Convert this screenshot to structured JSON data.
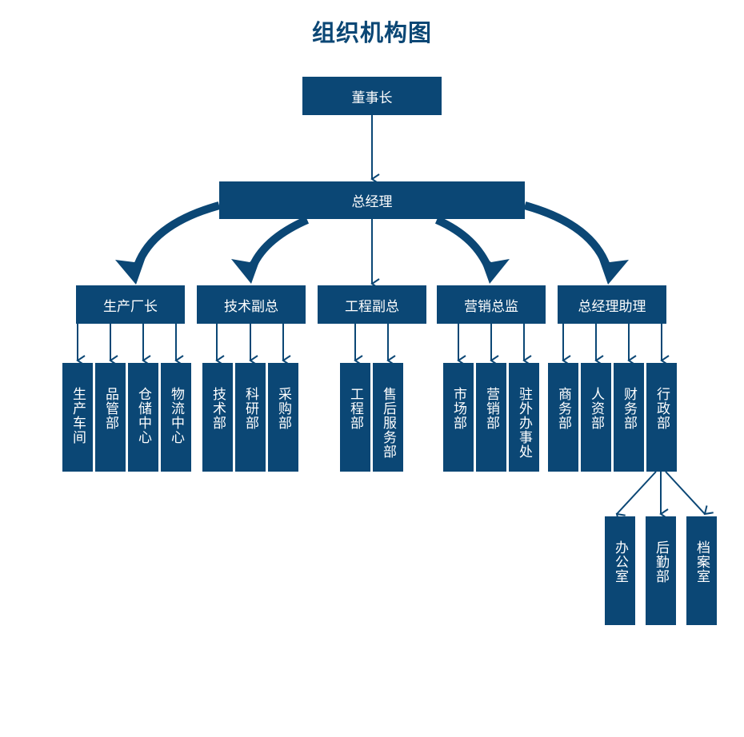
{
  "title": "组织机构图",
  "colors": {
    "box": "#0b4775",
    "text": "#ffffff"
  },
  "chairman": "董事长",
  "general_manager": "总经理",
  "vps": [
    "生产厂长",
    "技术副总",
    "工程副总",
    "营销总监",
    "总经理助理"
  ],
  "departments": {
    "production": [
      "生产车间",
      "品管部",
      "仓储中心",
      "物流中心"
    ],
    "technology": [
      "技术部",
      "科研部",
      "采购部"
    ],
    "engineering": [
      "工程部",
      "售后服务部"
    ],
    "marketing": [
      "市场部",
      "营销部",
      "驻外办事处"
    ],
    "assistant": [
      "商务部",
      "人资部",
      "财务部",
      "行政部"
    ]
  },
  "admin_sub": [
    "办公室",
    "后勤部",
    "档案室"
  ]
}
